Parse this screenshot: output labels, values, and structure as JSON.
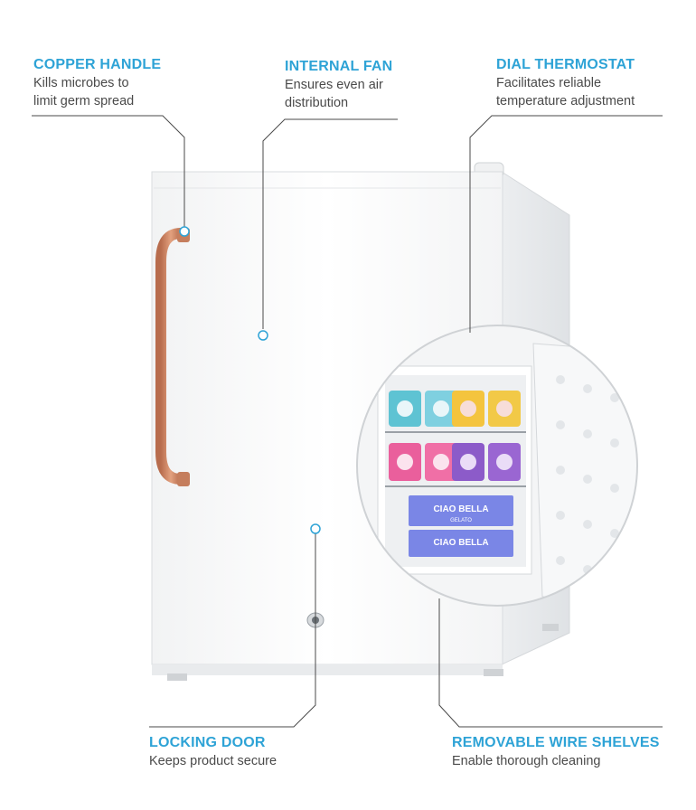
{
  "features": {
    "copper_handle": {
      "title": "COPPER HANDLE",
      "desc": "Kills microbes to\nlimit germ spread"
    },
    "internal_fan": {
      "title": "INTERNAL FAN",
      "desc": "Ensures even air\ndistribution"
    },
    "dial_thermostat": {
      "title": "DIAL THERMOSTAT",
      "desc": "Facilitates reliable\ntemperature adjustment"
    },
    "locking_door": {
      "title": "LOCKING DOOR",
      "desc": "Keeps product secure"
    },
    "removable_wire_shelves": {
      "title": "REMOVABLE WIRE SHELVES",
      "desc": "Enable thorough cleaning"
    }
  },
  "product": {
    "pint_brand_label": "CIAO BELLA",
    "pint_sub_label": "GELATO"
  },
  "colors": {
    "accent": "#2ea3d6",
    "copper": "#d08a68",
    "body_white": "#fbfbfb"
  }
}
